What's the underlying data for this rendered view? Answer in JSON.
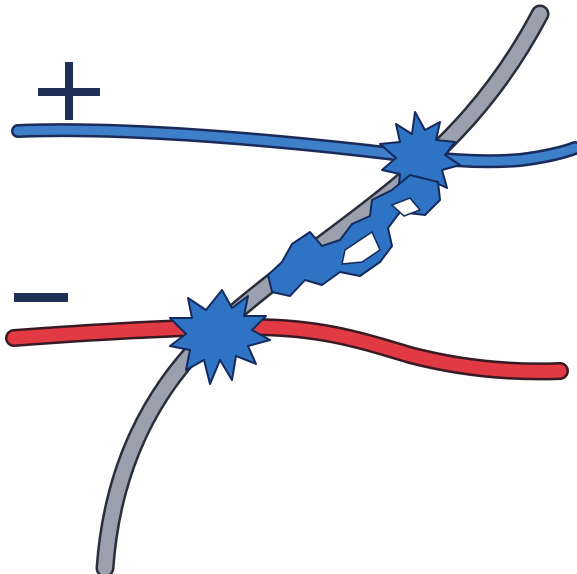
{
  "labels": {
    "plus": "+",
    "minus": "−"
  },
  "colors": {
    "background": "#fefefe",
    "outline": "#1a2a5a",
    "positive_line": "#3d7fc9",
    "negative_line": "#e23a45",
    "gray_line": "#9aa0ad",
    "splash": "#2f74c4",
    "splash_outline": "#142a5c"
  },
  "elements": [
    "positive-line",
    "negative-line",
    "gray-diagonal-line",
    "splash-top-right",
    "splash-middle-chain",
    "splash-bottom-left"
  ]
}
